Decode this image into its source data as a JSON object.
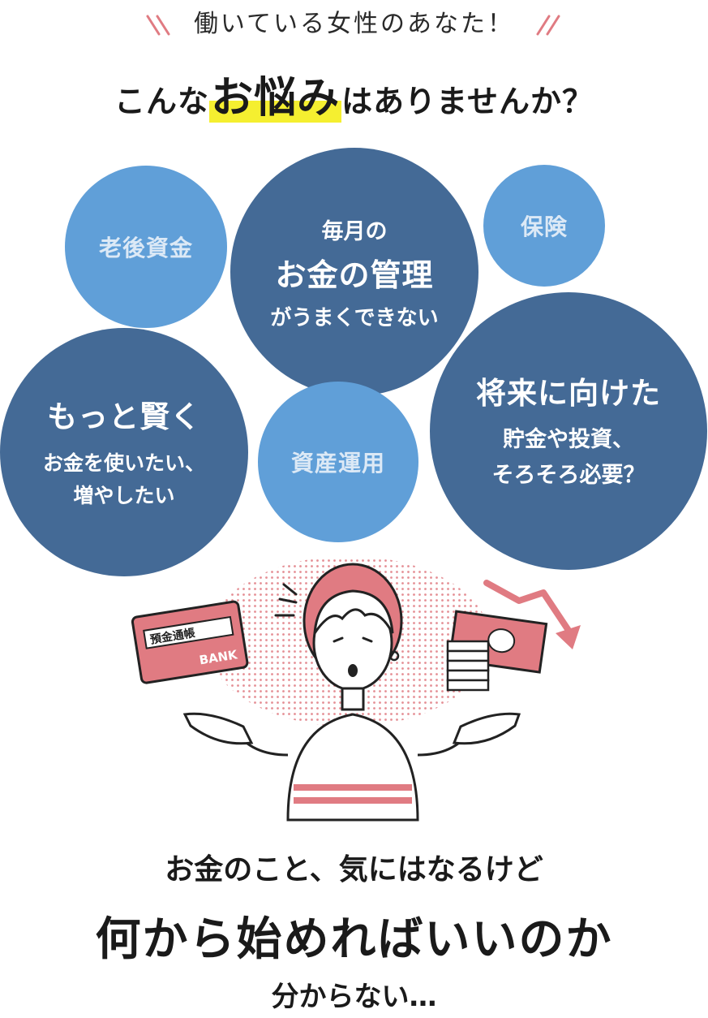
{
  "header": {
    "kicker": "働いている女性のあなた！",
    "headline_pre": "こんな",
    "headline_emph": "お悩み",
    "headline_post": "はありませんか？"
  },
  "bubbles": {
    "retirement": "老後資金",
    "monthly": {
      "line1": "毎月の",
      "line2": "お金の管理",
      "line3": "がうまくできない"
    },
    "insurance": "保険",
    "smarter": {
      "line1": "もっと賢く",
      "line2": "お金を使いたい、",
      "line3": "増やしたい"
    },
    "investment": "資産運用",
    "future": {
      "line1": "将来に向けた",
      "line2": "貯金や投資、",
      "line3": "そろそろ必要？"
    }
  },
  "illustration": {
    "passbook_title": "預金通帳",
    "passbook_bank": "BANK"
  },
  "footer": {
    "line1": "お金のこと、気にはなるけど",
    "line2": "何から始めればいいのか",
    "line3": "分からない…"
  },
  "colors": {
    "dark_bubble": "#446a96",
    "light_bubble": "#609fd8",
    "accent_pink": "#e07b82",
    "highlight_yellow": "#f5ef30"
  }
}
